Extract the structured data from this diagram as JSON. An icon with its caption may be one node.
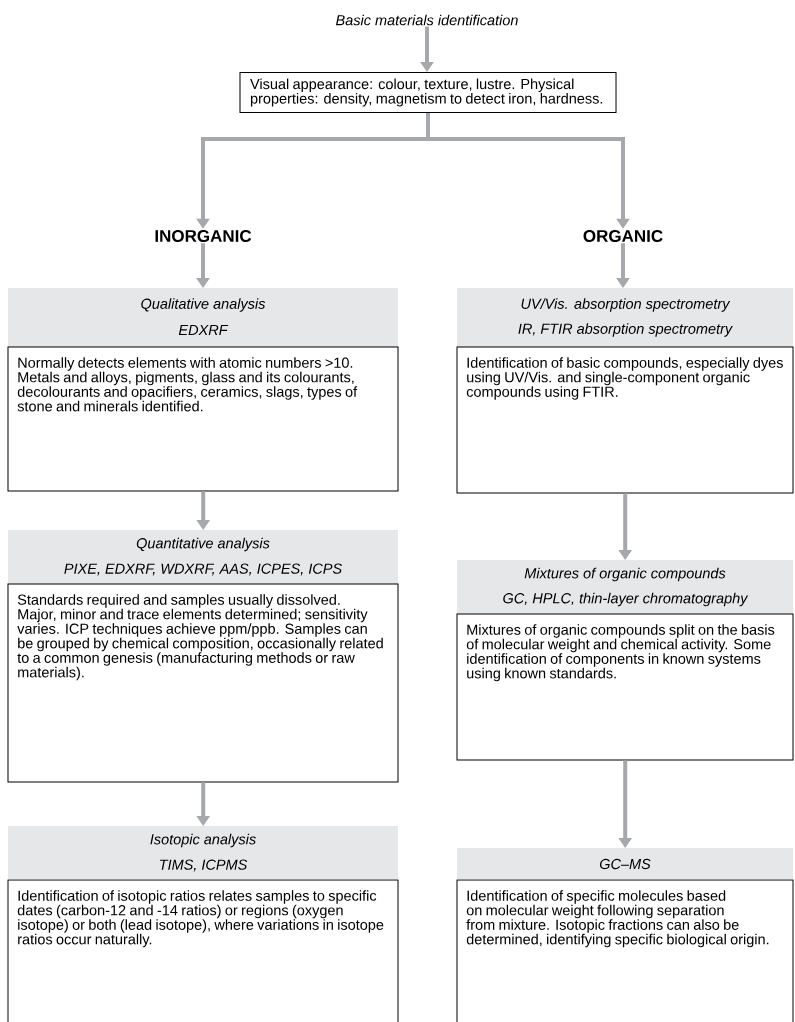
{
  "diagram": {
    "nodes": [
      {
        "text": [
          "Basic materials identification"
        ]
      },
      {
        "text": [
          "Visual appearance: colour, texture, lustre. Physical properties: density, magnetism to detect iron, hardness."
        ]
      },
      {
        "text": [
          "INORGANIC"
        ]
      },
      {
        "text": [
          "ORGANIC"
        ]
      },
      {
        "text": [
          "Qualitative analysis",
          "EDXRF",
          "Normally detects elements with atomic numbers >10. Metals and alloys, pigments, glass and its colourants, decolourants and opacifiers, ceramics, slags, types of stone and minerals identified."
        ]
      },
      {
        "text": [
          "UV/Vis. absorption spectrometry",
          "IR, FTIR absorption spectrometry",
          "Identification of basic compounds, especially dyes using UV/Vis. and single-component organic compounds using FTIR."
        ]
      },
      {
        "text": [
          "Quantitative analysis",
          "PIXE, EDXRF, WDXRF, AAS, ICPES, ICPS",
          "Standards required and samples usually dissolved. Major, minor and trace elements determined; sensitivity varies. ICP techniques achieve ppm/ppb. Samples can be grouped by chemical composition, occasionally related to a common genesis (manufacturing methods or raw materials)."
        ]
      },
      {
        "text": [
          "Mixtures of organic compounds",
          "GC, HPLC, thin-layer chromatography",
          "Mixtures of organic compounds split on the basis of molecular weight and chemical activity. Some identification of components in known systems using known standards."
        ]
      },
      {
        "text": [
          "Isotopic analysis",
          "TIMS, ICPMS",
          "Identification of isotopic ratios relates samples to specific dates (carbon-12 and -14 ratios) or regions (oxygen isotope) or both (lead isotope), where variations in isotope ratios occur naturally."
        ]
      },
      {
        "text": [
          "GC–MS",
          "Identification of specific molecules based on molecular weight following separation from mixture. Isotopic fractions can also be determined, identifying specific biological origin."
        ]
      }
    ],
    "edges": [
      {
        "from": 0,
        "to": 1,
        "arrow": "to"
      },
      {
        "from": 1,
        "to": 2,
        "arrow": "to"
      },
      {
        "from": 1,
        "to": 3,
        "arrow": "to"
      },
      {
        "from": 2,
        "to": 4,
        "arrow": "to"
      },
      {
        "from": 3,
        "to": 5,
        "arrow": "to"
      },
      {
        "from": 4,
        "to": 6,
        "arrow": "to"
      },
      {
        "from": 5,
        "to": 7,
        "arrow": "to"
      },
      {
        "from": 6,
        "to": 8,
        "arrow": "to"
      },
      {
        "from": 7,
        "to": 9,
        "arrow": "to"
      }
    ]
  }
}
